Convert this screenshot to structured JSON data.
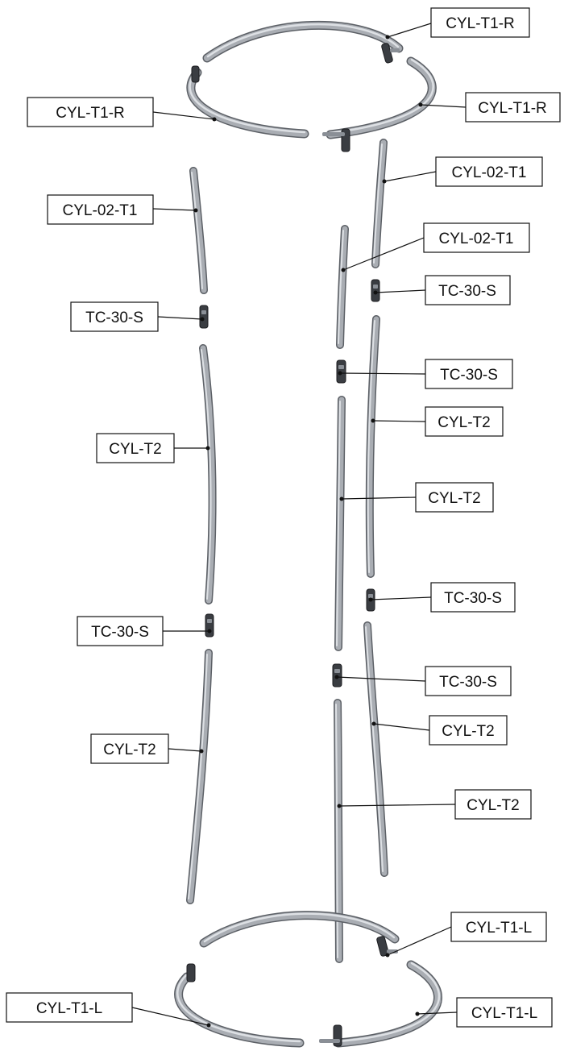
{
  "labels": {
    "top_right": "CYL-T1-R",
    "top_left_mid": "CYL-T1-R",
    "top_right_mid": "CYL-T1-R",
    "left_cyl02": "CYL-02-T1",
    "right_cyl02_a": "CYL-02-T1",
    "right_cyl02_b": "CYL-02-T1",
    "left_tc1": "TC-30-S",
    "right_tc1": "TC-30-S",
    "mid_tc1": "TC-30-S",
    "left_cylt2_a": "CYL-T2",
    "right_cylt2_a": "CYL-T2",
    "mid_cylt2_a": "CYL-T2",
    "right_tc2": "TC-30-S",
    "left_tc2": "TC-30-S",
    "mid_tc2": "TC-30-S",
    "right_cylt2_b": "CYL-T2",
    "left_cylt2_b": "CYL-T2",
    "mid_cylt2_b": "CYL-T2",
    "bottom_right_top": "CYL-T1-L",
    "bottom_left": "CYL-T1-L",
    "bottom_right": "CYL-T1-L"
  },
  "colors": {
    "tube": "#a9adb3",
    "tube_shadow": "#5c6066",
    "connector": "#3a3d42",
    "line": "#111111"
  }
}
